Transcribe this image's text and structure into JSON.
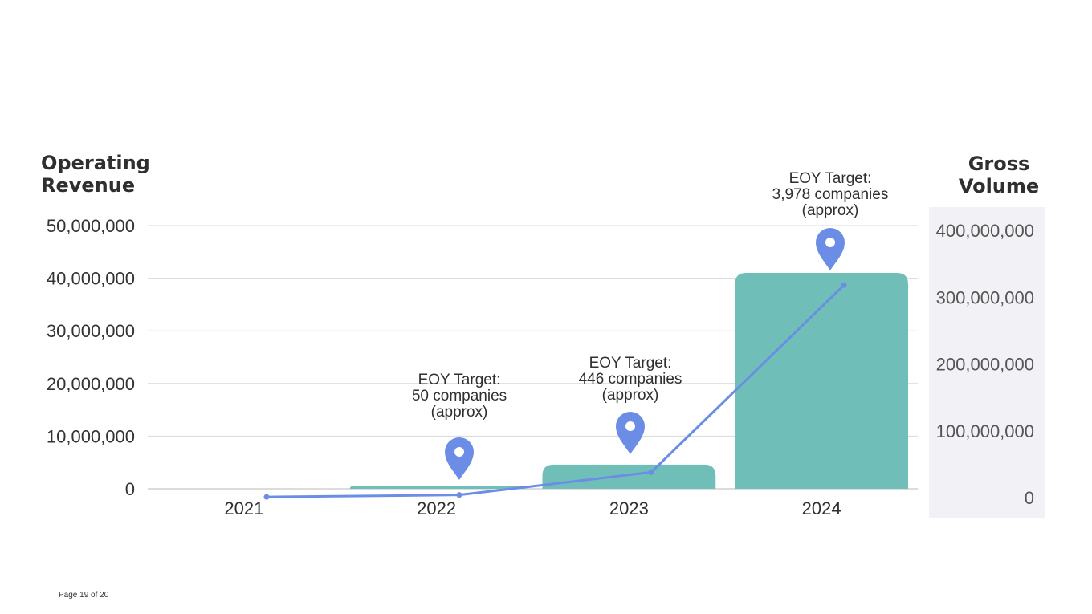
{
  "chart_data": {
    "type": "bar",
    "categories": [
      "2021",
      "2022",
      "2023",
      "2024"
    ],
    "left_axis": {
      "title": [
        "Operating",
        "Revenue"
      ],
      "ticks": [
        "0",
        "10,000,000",
        "20,000,000",
        "30,000,000",
        "40,000,000",
        "50,000,000"
      ],
      "ylim": [
        0,
        50000000
      ]
    },
    "right_axis": {
      "title": [
        "Gross",
        "Volume"
      ],
      "ticks": [
        "0",
        "100,000,000",
        "200,000,000",
        "300,000,000",
        "400,000,000"
      ],
      "ylim": [
        0,
        400000000
      ]
    },
    "series": [
      {
        "type": "bar",
        "axis": "left",
        "values": [
          0,
          500000,
          4600000,
          41000000
        ]
      },
      {
        "type": "line",
        "axis": "right",
        "values": [
          1000000,
          4000000,
          38000000,
          318000000
        ]
      }
    ],
    "annotations": [
      {
        "category": "2022",
        "lines": [
          "EOY Target:",
          "50 companies",
          "(approx)"
        ]
      },
      {
        "category": "2023",
        "lines": [
          "EOY Target:",
          "446 companies",
          "(approx)"
        ]
      },
      {
        "category": "2024",
        "lines": [
          "EOY Target:",
          "3,978 companies",
          "(approx)"
        ]
      }
    ],
    "grid": true,
    "colors": {
      "bar": "#6fbfb8",
      "line": "#6b8de6",
      "marker": "#6b8de6",
      "right_panel": "#f1f1f6",
      "grid": "#d9d9d9"
    }
  },
  "footer": {
    "page_label": "Page 19 of 20"
  }
}
